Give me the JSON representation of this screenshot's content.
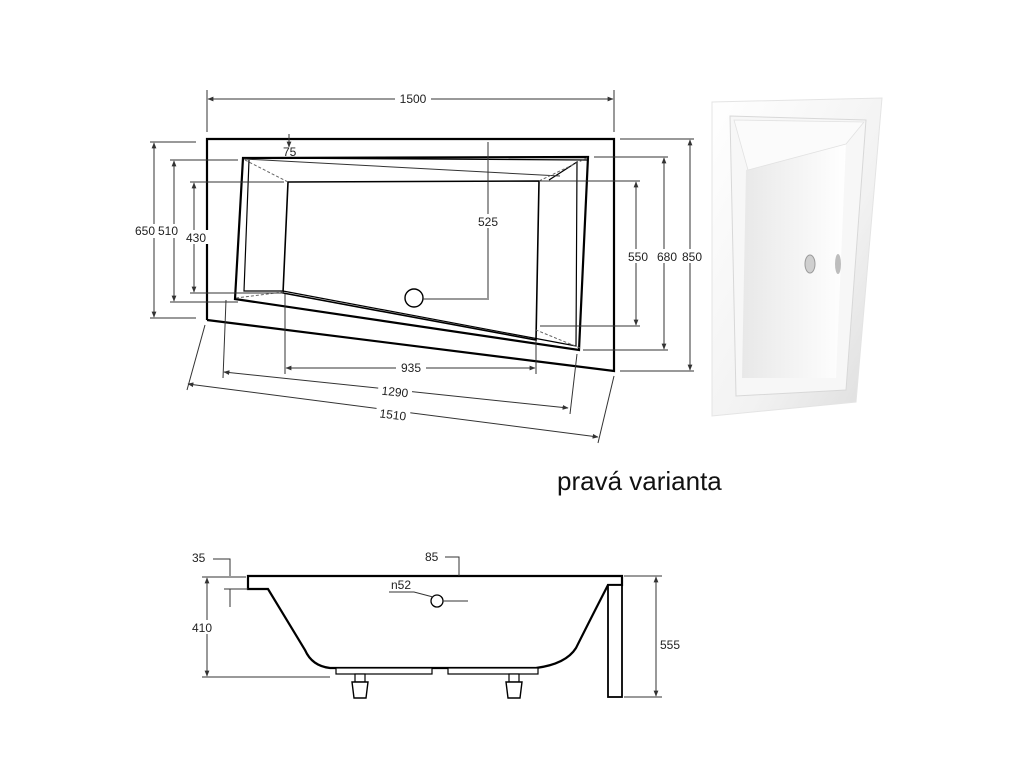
{
  "top_view": {
    "dimensions": {
      "width_top": "1500",
      "rim": "75",
      "inner_depth": "525",
      "h_650": "650",
      "h_510": "510",
      "h_430": "430",
      "h_550": "550",
      "h_680": "680",
      "h_850": "850",
      "bottom_935": "935",
      "bottom_1290": "1290",
      "bottom_1510": "1510"
    }
  },
  "caption": "pravá varianta",
  "side_view": {
    "dimensions": {
      "d_35": "35",
      "d_85": "85",
      "drain": "n52",
      "d_410": "410",
      "d_555": "555"
    }
  }
}
